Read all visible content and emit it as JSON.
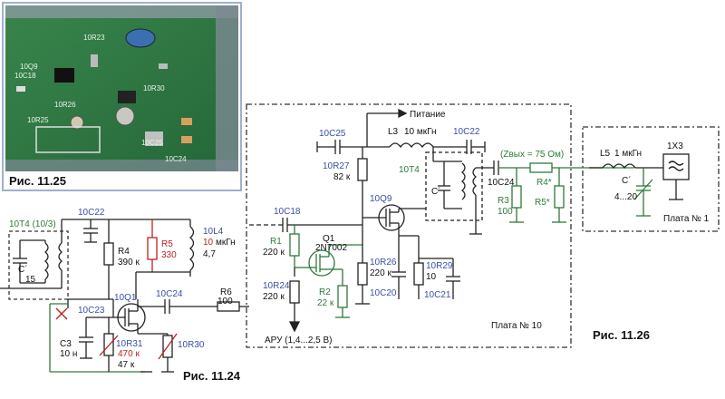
{
  "captions": {
    "fig25": "Рис. 11.25",
    "fig24": "Рис. 11.24",
    "fig26": "Рис. 11.26"
  },
  "photo_labels": [
    "10R23",
    "10Q9",
    "10C18",
    "10R30",
    "10R26",
    "10R25",
    "10C25",
    "10C24"
  ],
  "fig24": {
    "t4": "10T4 (10/3)",
    "c_prime": "C´",
    "c_val": "15",
    "c22": "10C22",
    "r4": "R4",
    "r4_val": "390 к",
    "r5": "R5",
    "r5_val": "330",
    "l4": "10L4",
    "l4_val_old": "10",
    "l4_unit": "мкГн",
    "l4_val_new": "4,7",
    "c23": "10C23",
    "q1": "10Q1",
    "c24": "10C24",
    "r6": "R6",
    "r6_val": "100",
    "c3": "C3",
    "c3_val": "10 н",
    "r31": "10R31",
    "r31_old": "470 к",
    "r31_new": "47 к",
    "r30": "10R30"
  },
  "fig26": {
    "power": "Питание",
    "c25": "10C25",
    "l3": "L3",
    "l3_val": "10 мкГн",
    "c22": "10C22",
    "r27": "10R27",
    "r27_val": "82 к",
    "t4": "10T4",
    "c_prime": "C´",
    "zout": "(Zвых = 75 Ом)",
    "c24": "10C24",
    "r4": "R4*",
    "r3": "R3",
    "r3_val": "100",
    "r5": "R5*",
    "q9": "10Q9",
    "c18": "10C18",
    "q1": "Q1",
    "q1_type": "2N7002",
    "r1": "R1",
    "r1_val": "220 к",
    "r26": "10R26",
    "r26_val": "220 к",
    "r29": "10R29",
    "r29_val": "10",
    "r24": "10R24",
    "r24_val": "220 к",
    "r2": "R2",
    "r2_val": "22 к",
    "c20": "10C20",
    "c21": "10C21",
    "agc": "АРУ (1,4...2,5 В)",
    "board10": "Плата № 10",
    "l5": "L5",
    "l5_val": "1 мкГн",
    "x3": "1X3",
    "c_var": "C´",
    "c_var_val": "4...20",
    "board1": "Плата № 1"
  }
}
